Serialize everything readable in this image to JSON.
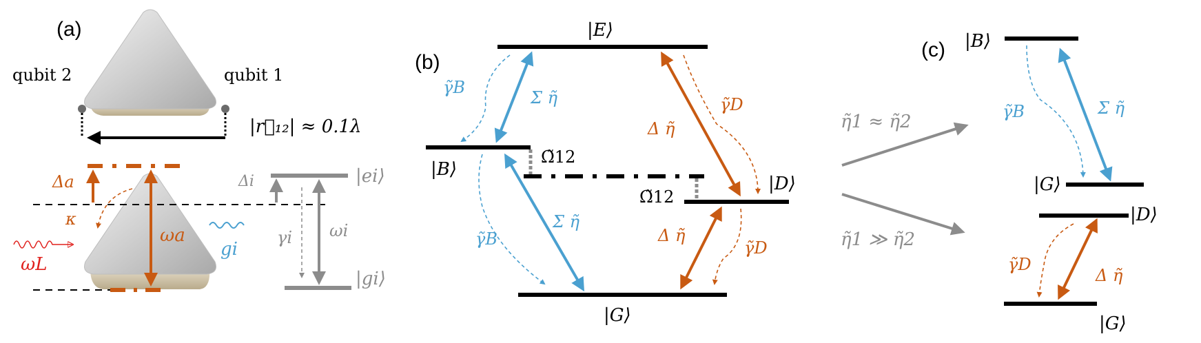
{
  "panels": {
    "a": "(a)",
    "b": "(b)",
    "c": "(c)"
  },
  "panel_a": {
    "qubit2": "qubit 2",
    "qubit1": "qubit 1",
    "distance": "|r⃗₁₂| ≈ 0.1λ",
    "delta_a": "Δa",
    "kappa": "κ",
    "omega_a": "ωa",
    "g_i": "gi",
    "omega_L": "ωL",
    "delta_i": "Δi",
    "gamma_i": "γi",
    "omega_i": "ωi",
    "ket_e": "|ei⟩",
    "ket_g": "|gi⟩"
  },
  "panel_b": {
    "ket_E": "|E⟩",
    "ket_B": "|B⟩",
    "ket_D": "|D⟩",
    "ket_G": "|G⟩",
    "gamma_B_top": "γ̃B",
    "gamma_B_bottom": "γ̃B",
    "gamma_D_top": "γ̃D",
    "gamma_D_bottom": "γ̃D",
    "sigma_eta_top": "Σ η̃",
    "sigma_eta_bottom": "Σ η̃",
    "delta_eta_top": "Δ η̃",
    "delta_eta_bottom": "Δ η̃",
    "omega12_left": "Ω̃12",
    "omega12_right": "Ω̃12"
  },
  "middle": {
    "cond_top": "η̃1 ≈ η̃2",
    "cond_bottom": "η̃1 ≫ η̃2"
  },
  "panel_c": {
    "ket_B": "|B⟩",
    "ket_G": "|G⟩",
    "ket_D": "|D⟩",
    "ket_G_bottom": "|G⟩",
    "gamma_B": "γ̃B",
    "sigma_eta": "Σ η̃",
    "gamma_D": "γ̃D",
    "delta_eta": "Δ η̃"
  },
  "colors": {
    "blue": "#4aa0d0",
    "orange": "#c85a12",
    "gray": "#8c8c8c",
    "red": "#e0201c",
    "black": "#000000"
  }
}
